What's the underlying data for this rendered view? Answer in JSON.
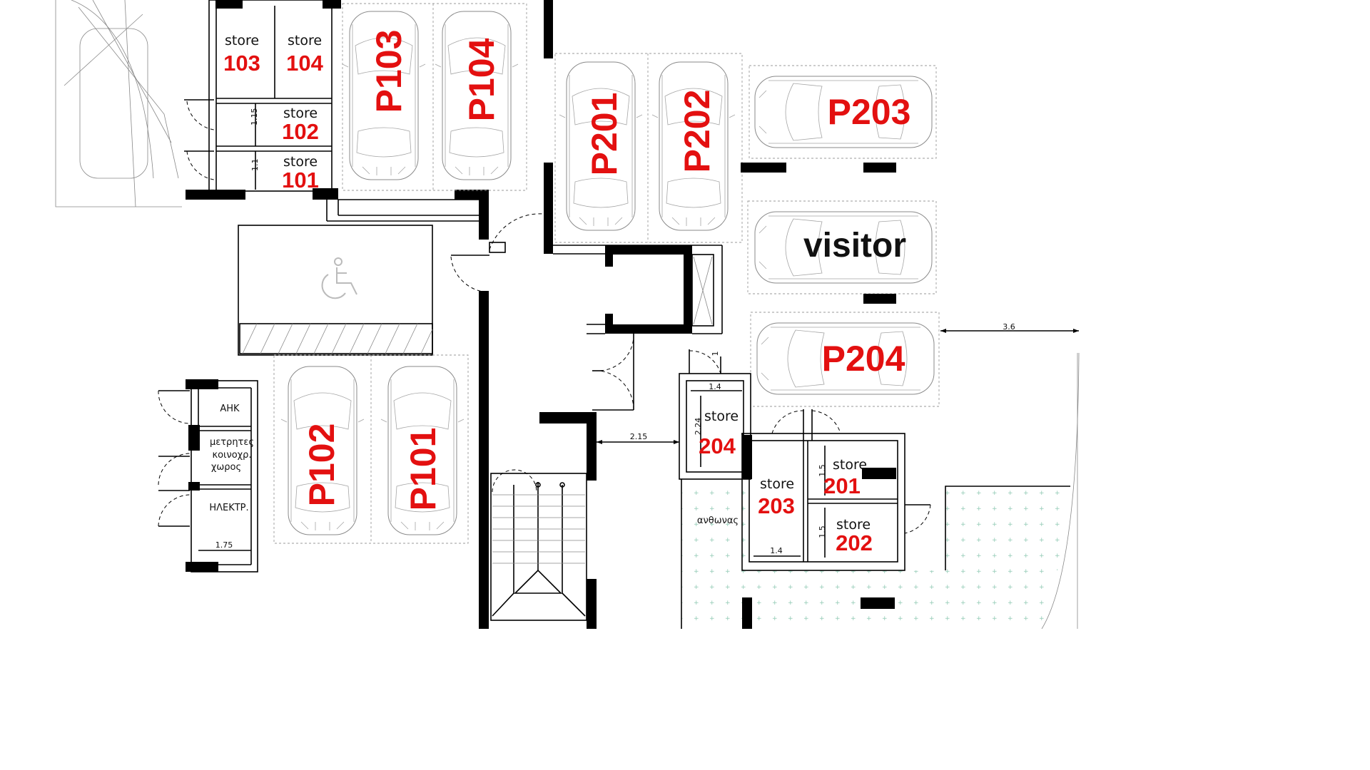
{
  "parking_spots": {
    "p101": "P101",
    "p102": "P102",
    "p103": "P103",
    "p104": "P104",
    "p201": "P201",
    "p202": "P202",
    "p203": "P203",
    "p204": "P204",
    "visitor": "visitor"
  },
  "store_word": "store",
  "stores": {
    "s101": "101",
    "s102": "102",
    "s103": "103",
    "s104": "104",
    "s201": "201",
    "s202": "202",
    "s203": "203",
    "s204": "204"
  },
  "rooms": {
    "ahk": "ΑΗΚ",
    "meters_line1": "μετρητες",
    "meters_line2": "κοινοχρ.",
    "meters_line3": "χωρος",
    "electric": "ΗΛΕΚΤΡ.",
    "garden": "ανθωνας"
  },
  "dimensions": {
    "d_1_15": "1.15",
    "d_1_1": "1.1",
    "d_1_75": "1.75",
    "d_3_6": "3.6",
    "d_2_15": "2.15",
    "d_1": "1",
    "d_1_4_top": "1.4",
    "d_2_24": "2.24",
    "d_1_5_top": "1.5",
    "d_1_5_bottom": "1.5",
    "d_1_4_bottom": "1.4"
  },
  "colors": {
    "label_red": "#e31010",
    "wall": "#000000",
    "background": "#ffffff"
  },
  "icons": [
    "wheelchair-icon",
    "car-icon"
  ]
}
